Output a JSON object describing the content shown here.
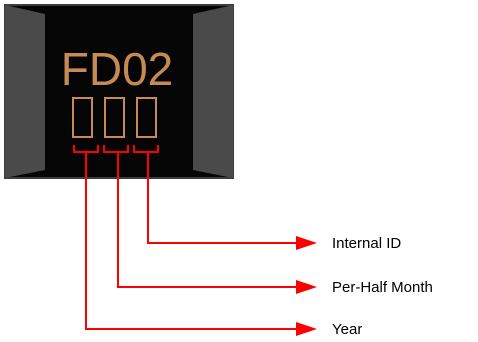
{
  "marking": {
    "code": "FD02",
    "code_color": "#c68a52",
    "date_boxes": 3
  },
  "colors": {
    "body_dark": "#050505",
    "body_edge": "#3d3d3d",
    "terminal": "#4a4a4a",
    "leader": "#ff0000",
    "label_text": "#000000"
  },
  "callouts": [
    {
      "key": "internal_id",
      "label": "Internal ID"
    },
    {
      "key": "per_half_month",
      "label": "Per-Half Month"
    },
    {
      "key": "year",
      "label": "Year"
    }
  ]
}
